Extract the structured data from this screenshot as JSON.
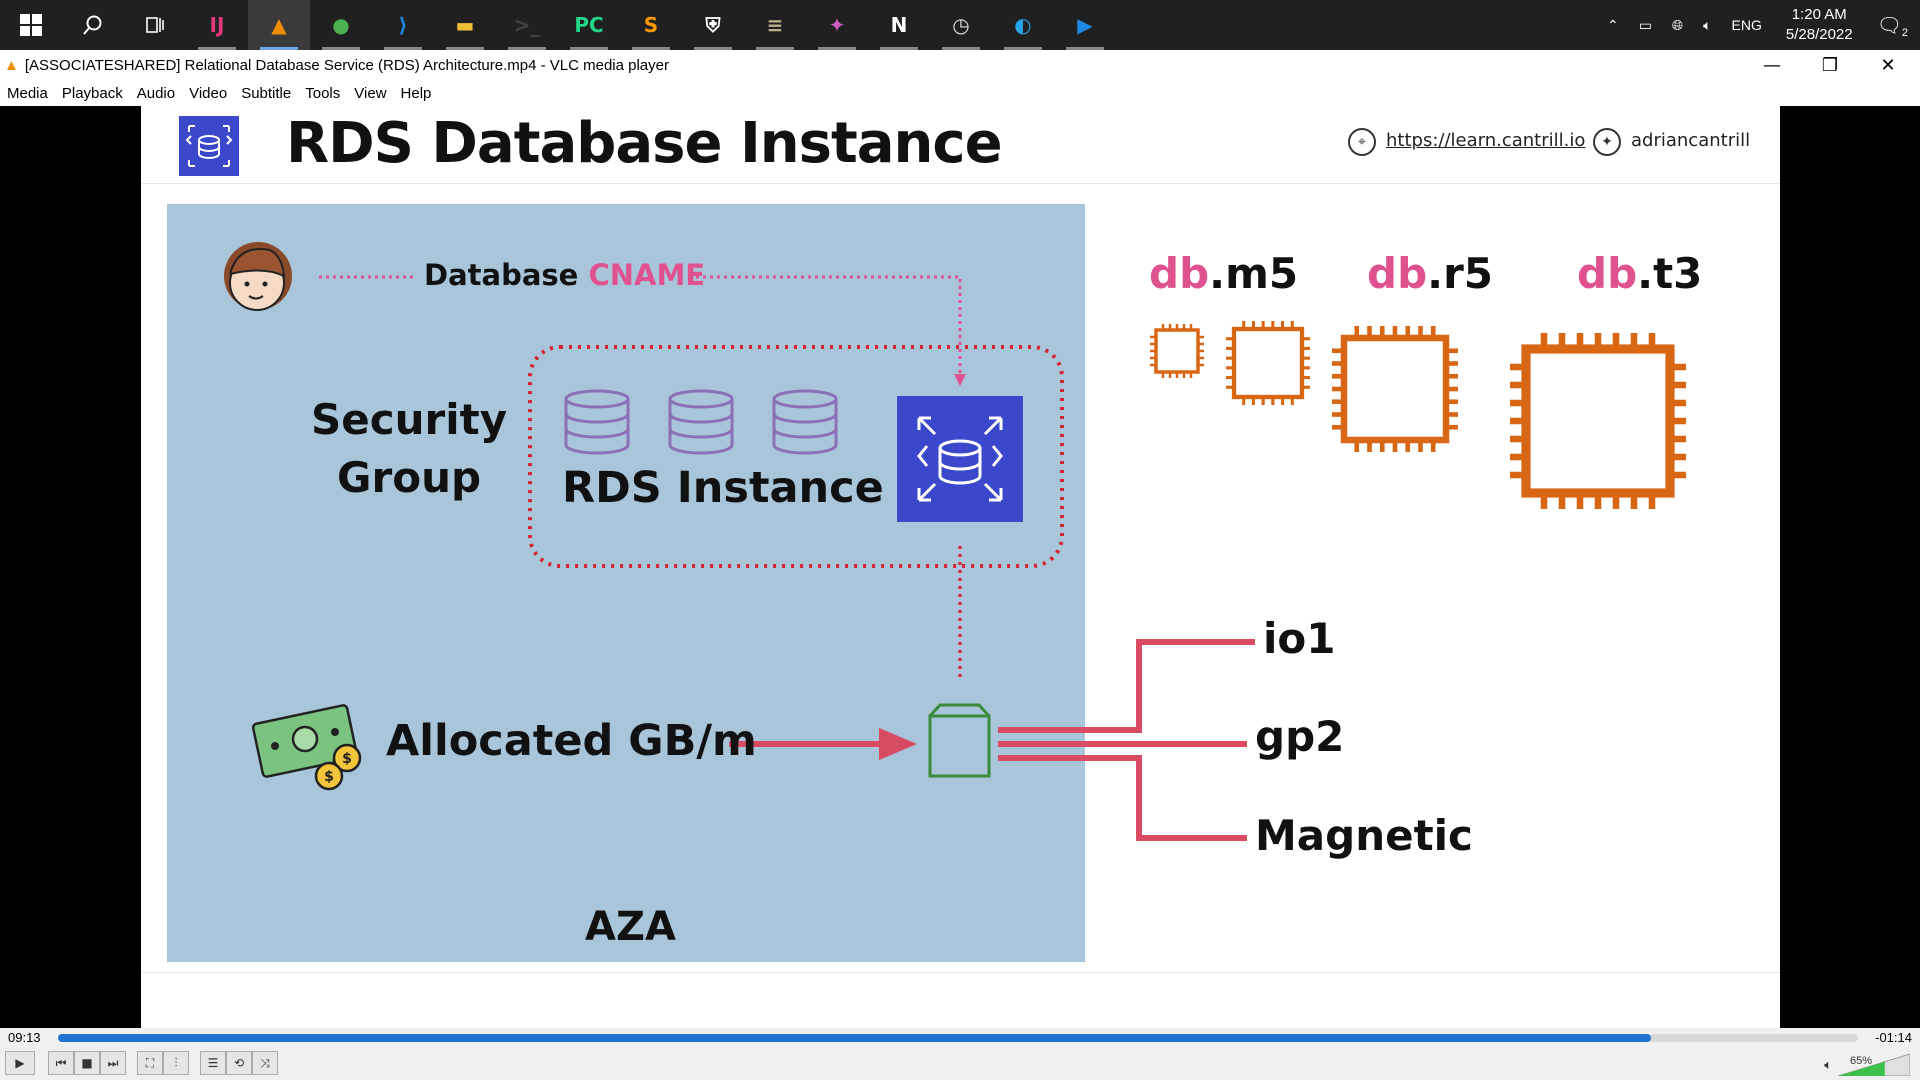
{
  "taskbar": {
    "apps": [
      {
        "name": "intellij-icon",
        "glyph": "IJ",
        "color": "#e0377a",
        "active": false
      },
      {
        "name": "vlc-icon",
        "glyph": "▲",
        "color": "#f08c00",
        "active": true
      },
      {
        "name": "chrome-icon",
        "glyph": "●",
        "color": "#4caf50",
        "active": false
      },
      {
        "name": "vscode-icon",
        "glyph": "⟩",
        "color": "#1e88e5",
        "active": false
      },
      {
        "name": "file-explorer-icon",
        "glyph": "▬",
        "color": "#f2c037",
        "active": false
      },
      {
        "name": "terminal-icon",
        "glyph": ">_",
        "color": "#444444",
        "active": false
      },
      {
        "name": "pycharm-icon",
        "glyph": "PC",
        "color": "#21d789",
        "active": false
      },
      {
        "name": "sublime-icon",
        "glyph": "S",
        "color": "#ff9800",
        "active": false
      },
      {
        "name": "security-shield-icon",
        "glyph": "⛨",
        "color": "#ffffff",
        "active": false
      },
      {
        "name": "stack-app-icon",
        "glyph": "≡",
        "color": "#bdb08a",
        "active": false
      },
      {
        "name": "paint-app-icon",
        "glyph": "✦",
        "color": "#d060c0",
        "active": false
      },
      {
        "name": "notion-icon",
        "glyph": "N",
        "color": "#ffffff",
        "active": false
      },
      {
        "name": "clock-app-icon",
        "glyph": "◷",
        "color": "#e0e0e0",
        "active": false
      },
      {
        "name": "edge-icon",
        "glyph": "◐",
        "color": "#26a6e8",
        "active": false
      },
      {
        "name": "media-app-icon",
        "glyph": "▶",
        "color": "#1e88e5",
        "active": false
      }
    ],
    "tray": {
      "language": "ENG",
      "time": "1:20 AM",
      "date": "5/28/2022",
      "notification_count": "2"
    }
  },
  "window": {
    "title": "[ASSOCIATESHARED] Relational Database Service (RDS) Architecture.mp4 - VLC media player",
    "minimize": "—",
    "restore": "❐",
    "close": "✕"
  },
  "menu": [
    "Media",
    "Playback",
    "Audio",
    "Video",
    "Subtitle",
    "Tools",
    "View",
    "Help"
  ],
  "slide": {
    "title": "RDS Database Instance",
    "link_url": "https://learn.cantrill.io",
    "link_twitter": "adriancantrill",
    "database": "Database",
    "cname": "CNAME",
    "security_group": [
      "Security",
      "Group"
    ],
    "rds_instance": "RDS Instance",
    "allocated": "Allocated GB/m",
    "az": "AZA",
    "instance_prefix": "db",
    "instance_classes": [
      ".m5",
      ".r5",
      ".t3"
    ],
    "volume_types": [
      "io1",
      "gp2",
      "Magnetic"
    ],
    "colors": {
      "pink": "#e0528f",
      "orange": "#d86613",
      "red": "#d94a63",
      "green": "#3a8a3a",
      "purple": "#8c6fb8",
      "rds_blue": "#3b48cc",
      "az_blue": "#a9c5d9"
    }
  },
  "player": {
    "elapsed": "09:13",
    "remaining": "-01:14",
    "progress": 0.885,
    "volume": "65%",
    "volume_level": 0.65
  }
}
